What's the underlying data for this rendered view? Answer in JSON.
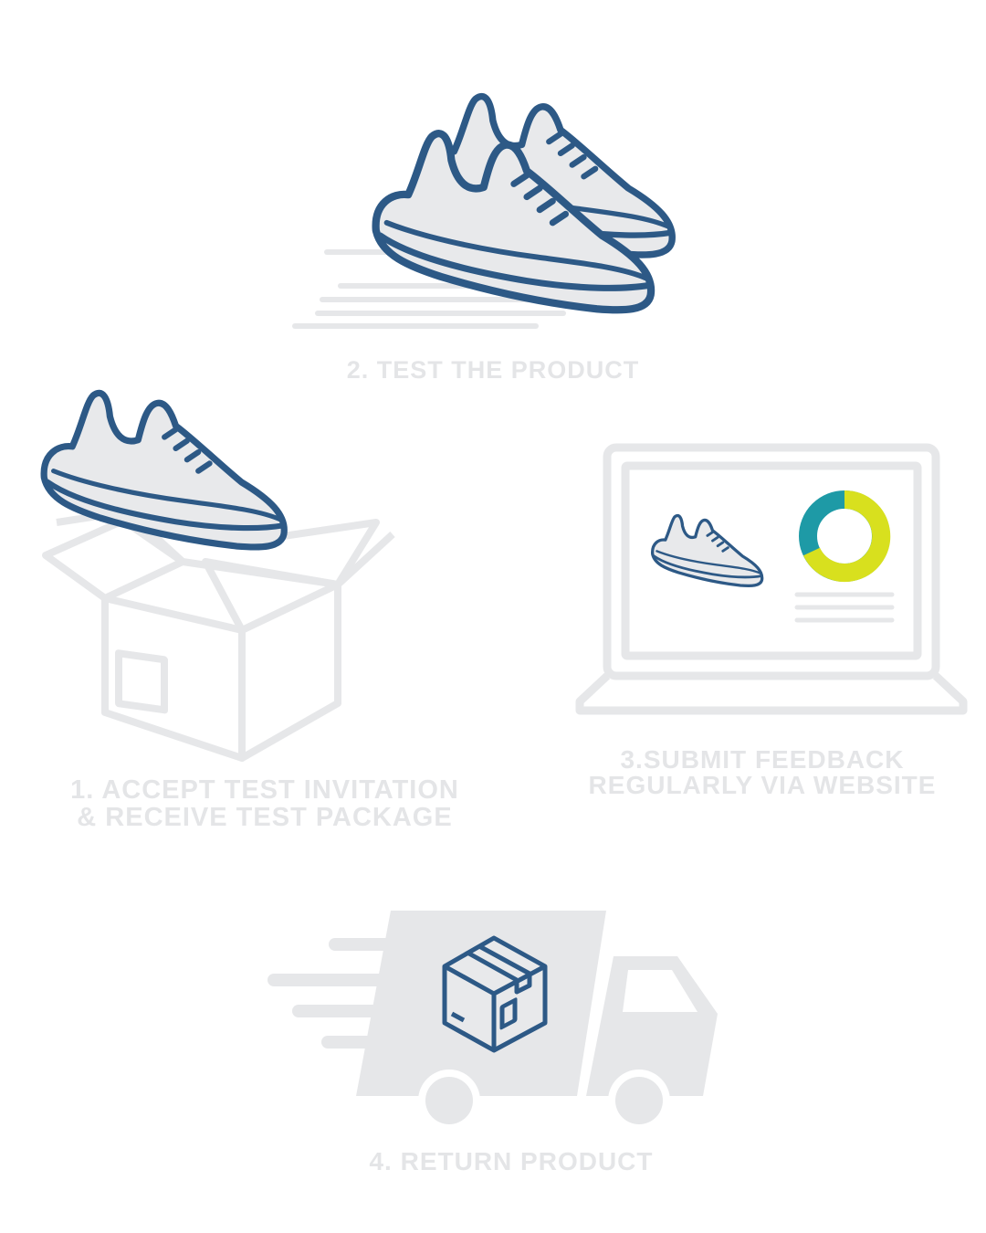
{
  "steps": [
    {
      "id": "step-1",
      "label_lines": [
        "1. ACCEPT TEST INVITATION",
        "& RECEIVE TEST PACKAGE"
      ],
      "icon": "open-box-with-shoe-icon"
    },
    {
      "id": "step-2",
      "label_lines": [
        "2. TEST THE PRODUCT"
      ],
      "icon": "running-shoes-icon"
    },
    {
      "id": "step-3",
      "label_lines": [
        "3.SUBMIT FEEDBACK",
        "REGULARLY VIA WEBSITE"
      ],
      "icon": "laptop-feedback-icon"
    },
    {
      "id": "step-4",
      "label_lines": [
        "4. RETURN PRODUCT"
      ],
      "icon": "delivery-truck-icon"
    }
  ],
  "colors": {
    "shoe_outline": "#2d5986",
    "shoe_fill": "#e8e9eb",
    "light_gray": "#e6e7e9",
    "label_gray": "#e4e5e7",
    "chart_teal": "#1e9aa6",
    "chart_lime": "#d8e01e"
  }
}
